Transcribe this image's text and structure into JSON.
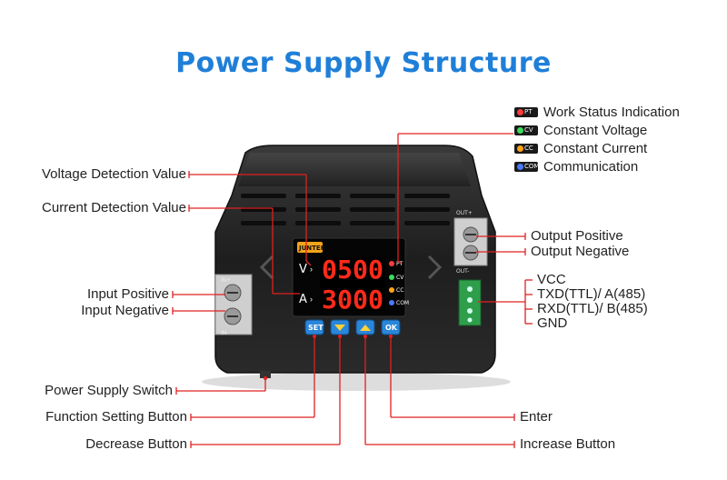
{
  "title": "Power Supply Structure",
  "legend": [
    {
      "code": "PT",
      "label": "Work Status Indication",
      "color": "#ff3b3b"
    },
    {
      "code": "CV",
      "label": "Constant Voltage",
      "color": "#3bdc5a"
    },
    {
      "code": "CC",
      "label": "Constant Current",
      "color": "#ffa21a"
    },
    {
      "code": "COM",
      "label": "Communication",
      "color": "#4a7bff"
    }
  ],
  "left_labels": {
    "voltage_detection": "Voltage Detection Value",
    "current_detection": "Current Detection Value",
    "input_positive": "Input Positive",
    "input_negative": "Input Negative",
    "power_switch": "Power Supply Switch",
    "function_setting": "Function Setting Button",
    "decrease": "Decrease Button"
  },
  "right_labels": {
    "output_positive": "Output Positive",
    "output_negative": "Output Negative",
    "vcc": "VCC",
    "txd": "TXD(TTL)/ A(485)",
    "rxd": "RXD(TTL)/ B(485)",
    "gnd": "GND",
    "enter": "Enter",
    "increase": "Increase Button"
  },
  "device": {
    "brand": "JUNTEK",
    "voltage_reading": "0500",
    "current_reading": "3000",
    "v_unit": "V",
    "a_unit": "A",
    "status_leds": [
      "PT",
      "CV",
      "CC",
      "COM"
    ],
    "buttons": [
      "SET",
      "▼",
      "▲",
      "OK"
    ],
    "out_plus": "OUT+",
    "out_minus": "OUT-",
    "in_plus": "IN+",
    "in_minus": "IN-"
  },
  "colors": {
    "title": "#1f7fd8",
    "callout": "#e02020",
    "display_digits": "#ff2a1a",
    "button": "#2a86d8"
  }
}
